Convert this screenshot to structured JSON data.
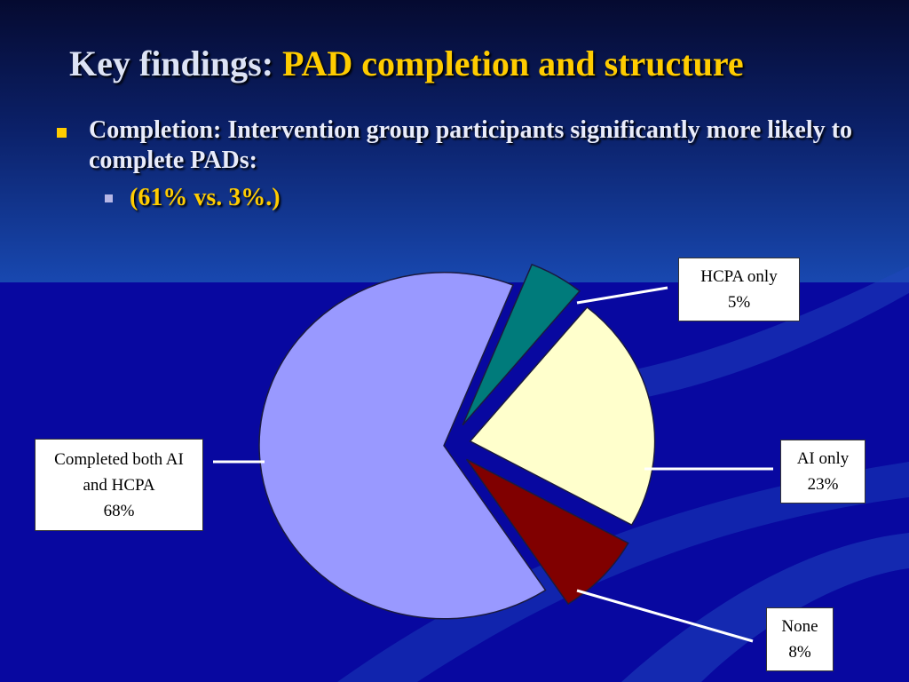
{
  "slide": {
    "title_prefix": "Key findings: ",
    "title_highlight": "PAD completion and structure",
    "bullet_main": "Completion: Intervention group participants significantly more likely to complete PADs:",
    "bullet_sub": "(61% vs. 3%.)"
  },
  "colors": {
    "background_top": "#08104a",
    "background_mid": "#103a9a",
    "background_bottom": "#0808a0",
    "title_accent": "#ffcc00"
  },
  "chart_data": {
    "type": "pie",
    "title": "",
    "slices": [
      {
        "name": "HCPA only",
        "value": 5,
        "label": "5%",
        "color": "#007b7b"
      },
      {
        "name": "AI only",
        "value": 23,
        "label": "23%",
        "color": "#ffffcc"
      },
      {
        "name": "None",
        "value": 8,
        "label": "8%",
        "color": "#800000"
      },
      {
        "name": "Completed both AI and HCPA",
        "value": 68,
        "label": "68%",
        "color": "#9999ff"
      }
    ],
    "legend": "none",
    "data_labels": "outside with leader lines"
  }
}
